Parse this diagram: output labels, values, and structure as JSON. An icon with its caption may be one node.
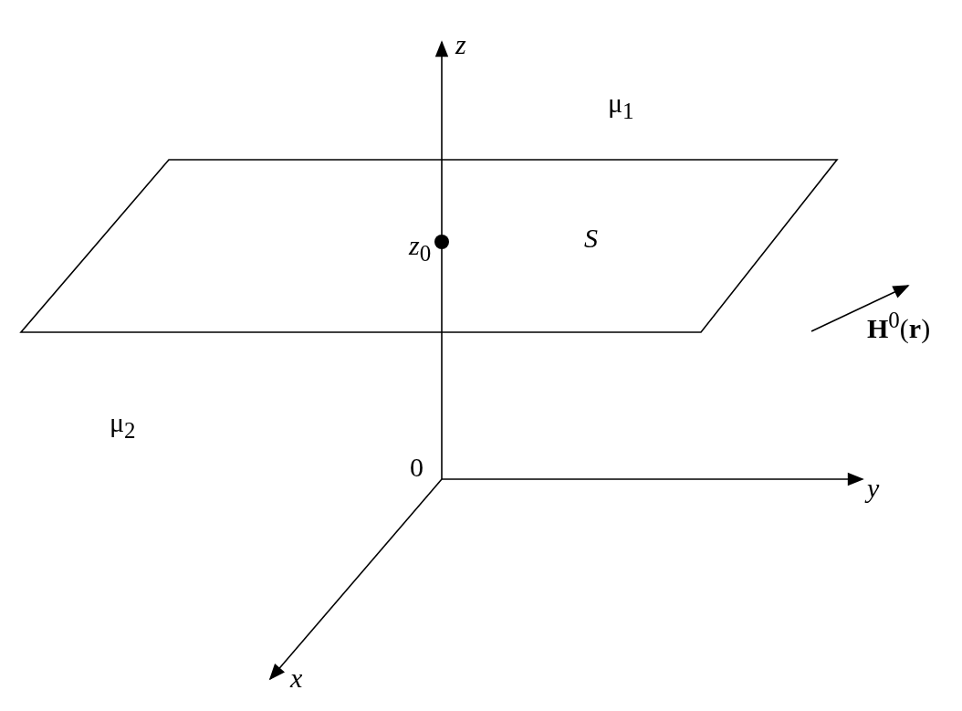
{
  "diagram": {
    "nodes": [
      {
        "text": [
          "S"
        ]
      }
    ],
    "labels": [
      "z",
      "μ$_{1}$",
      "*z*$_{0}$",
      "**H**$^{0}$(**r**)",
      "μ$_{2}$",
      "0",
      "y",
      "x"
    ]
  }
}
